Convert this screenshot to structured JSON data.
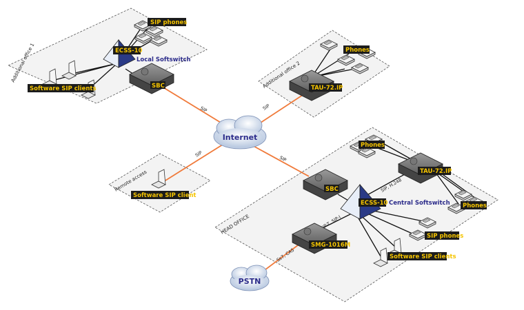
{
  "zones": {
    "office1": "Additional office 1",
    "office2": "Additional office 2",
    "remote": "Remote access",
    "head": "HEAD OFFICE"
  },
  "devices": {
    "ecss_local": "ECSS-10",
    "local_softswitch": "Local Softswitch",
    "sbc_office1": "SBC",
    "sip_phones_office1": "SIP phones",
    "sw_clients_office1": "Software SIP clients",
    "phones_office2": "Phones",
    "tau_office2": "TAU-72.IP",
    "sw_client_remote": "Software SIP client",
    "phones_head": "Phones",
    "tau_head": "TAU-72.IP",
    "sbc_head": "SBC",
    "ecss_central": "ECSS-10",
    "central_softswitch": "Central Softswitch",
    "phones_head_right": "Phones",
    "smg": "SMG-1016M",
    "sip_phones_head": "SIP phones",
    "sw_clients_head": "Software SIP clients"
  },
  "clouds": {
    "internet": "Internet",
    "pstn": "PSTN"
  },
  "links": {
    "sip_sbc1": "SIP",
    "sip_office2": "SIP",
    "sip_remote": "SIP",
    "sip_head": "SIP",
    "sip_h248": "SIP, H.248",
    "sipt_sipi": "SIP-T, SIP-I",
    "ss7_cas": "Ss7, CAS"
  },
  "colors": {
    "sip_link": "#f07a3a",
    "label_bg": "#1c1c1c",
    "label_text": "#f5c400",
    "softswitch": "#2b2b8a"
  }
}
